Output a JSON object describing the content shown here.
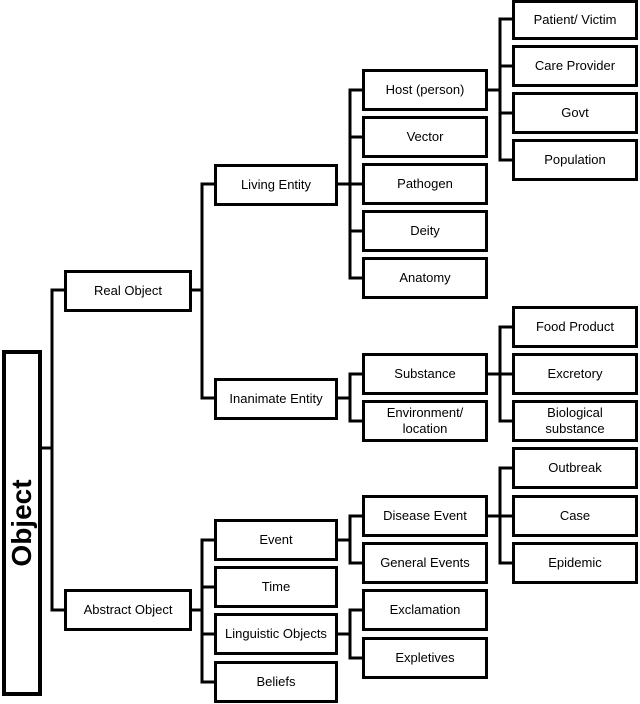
{
  "root": "Object",
  "level1": {
    "real_object": "Real Object",
    "abstract_object": "Abstract Object"
  },
  "real": {
    "living_entity": "Living Entity",
    "inanimate_entity": "Inanimate Entity",
    "living": {
      "host": "Host (person)",
      "vector": "Vector",
      "pathogen": "Pathogen",
      "deity": "Deity",
      "anatomy": "Anatomy",
      "host_children": {
        "patient": "Patient/ Victim",
        "care_provider": "Care Provider",
        "govt": "Govt",
        "population": "Population"
      }
    },
    "inanimate": {
      "substance": "Substance",
      "environment": "Environment/\nlocation",
      "substance_children": {
        "food_product": "Food Product",
        "excretory": "Excretory",
        "biological_substance": "Biological\nsubstance"
      }
    }
  },
  "abstract": {
    "event": "Event",
    "time": "Time",
    "linguistic_objects": "Linguistic Objects",
    "beliefs": "Beliefs",
    "event_children": {
      "disease_event": "Disease Event",
      "general_events": "General Events",
      "disease_event_children": {
        "outbreak": "Outbreak",
        "case": "Case",
        "epidemic": "Epidemic"
      }
    },
    "linguistic_children": {
      "exclamation": "Exclamation",
      "expletives": "Expletives"
    }
  }
}
